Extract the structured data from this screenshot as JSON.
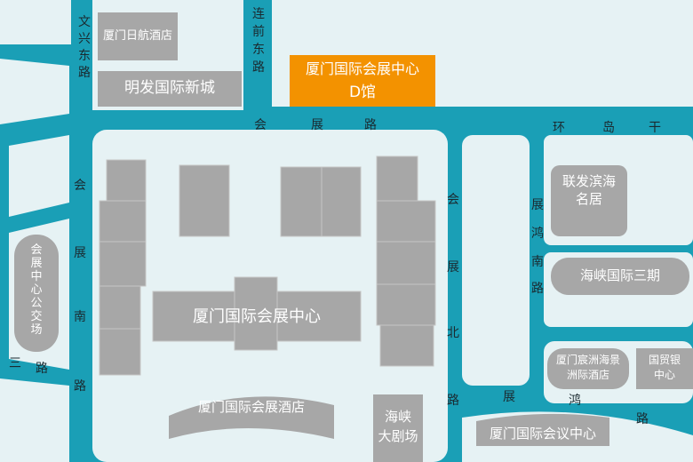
{
  "colors": {
    "water_road": "#1a9fb6",
    "block": "#e6f2f4",
    "building": "#a7a7a7",
    "highlight": "#f39200",
    "label": "#ffffff",
    "road_label": "#1b2a30"
  },
  "roads": {
    "wenxing": "文兴东路",
    "lianqian": "连前东路",
    "huizhan": [
      "会",
      "展",
      "路"
    ],
    "huandao": [
      "环",
      "岛",
      "干"
    ],
    "huizhan_south": [
      "会",
      "展",
      "南",
      "路"
    ],
    "huizhan_north": [
      "会",
      "展",
      "北"
    ],
    "zhanhong": [
      "展",
      "鸿",
      "南",
      "路"
    ],
    "zhanhong_road": [
      "路",
      "展",
      "鸿",
      "路"
    ],
    "sanlu": [
      "三",
      "路"
    ]
  },
  "places": {
    "hotel_rihang": "厦门日航酒店",
    "mingfa": "明发国际新城",
    "hall_d_line1": "厦门国际会展中心",
    "hall_d_line2": "D馆",
    "lianfa_line1": "联发滨海",
    "lianfa_line2": "名居",
    "haixia_third": "海峡国际三期",
    "bus_station": "会展中心公交场",
    "convention_center": "厦门国际会展中心",
    "convention_hotel": "厦门国际会展酒店",
    "theatre_line1": "海峡",
    "theatre_line2": "大剧场",
    "conference_center": "厦门国际会议中心",
    "chenzhou_line1": "厦门宸洲海景",
    "chenzhou_line2": "洲际酒店",
    "world_trade_line1": "国贸银",
    "world_trade_line2": "中心"
  }
}
